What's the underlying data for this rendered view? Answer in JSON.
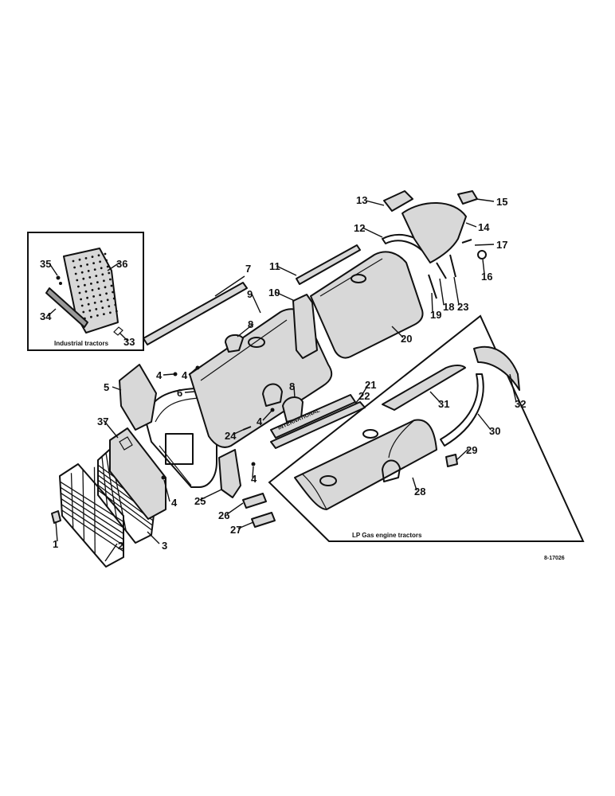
{
  "callouts": [
    {
      "id": "c1",
      "label": "1"
    },
    {
      "id": "c2",
      "label": "2"
    },
    {
      "id": "c3",
      "label": "3"
    },
    {
      "id": "c4a",
      "label": "4"
    },
    {
      "id": "c4b",
      "label": "4"
    },
    {
      "id": "c4c",
      "label": "4"
    },
    {
      "id": "c4d",
      "label": "4"
    },
    {
      "id": "c4e",
      "label": "4"
    },
    {
      "id": "c5",
      "label": "5"
    },
    {
      "id": "c6",
      "label": "6"
    },
    {
      "id": "c7",
      "label": "7"
    },
    {
      "id": "c8a",
      "label": "8"
    },
    {
      "id": "c8b",
      "label": "8"
    },
    {
      "id": "c9",
      "label": "9"
    },
    {
      "id": "c10",
      "label": "10"
    },
    {
      "id": "c11",
      "label": "11"
    },
    {
      "id": "c12",
      "label": "12"
    },
    {
      "id": "c13",
      "label": "13"
    },
    {
      "id": "c14",
      "label": "14"
    },
    {
      "id": "c15",
      "label": "15"
    },
    {
      "id": "c16",
      "label": "16"
    },
    {
      "id": "c17",
      "label": "17"
    },
    {
      "id": "c18",
      "label": "18"
    },
    {
      "id": "c19",
      "label": "19"
    },
    {
      "id": "c20",
      "label": "20"
    },
    {
      "id": "c21",
      "label": "21"
    },
    {
      "id": "c22",
      "label": "22"
    },
    {
      "id": "c23",
      "label": "23"
    },
    {
      "id": "c24",
      "label": "24"
    },
    {
      "id": "c25",
      "label": "25"
    },
    {
      "id": "c26",
      "label": "26"
    },
    {
      "id": "c27",
      "label": "27"
    },
    {
      "id": "c28",
      "label": "28"
    },
    {
      "id": "c29",
      "label": "29"
    },
    {
      "id": "c30",
      "label": "30"
    },
    {
      "id": "c31",
      "label": "31"
    },
    {
      "id": "c32",
      "label": "32"
    },
    {
      "id": "c33",
      "label": "33"
    },
    {
      "id": "c34",
      "label": "34"
    },
    {
      "id": "c35",
      "label": "35"
    },
    {
      "id": "c36",
      "label": "36"
    },
    {
      "id": "c37",
      "label": "37"
    }
  ],
  "insets": {
    "industrial_caption": "Industrial tractors",
    "lp_gas_caption": "LP Gas engine tractors"
  },
  "hood_lettering": "INTERNATIONAL",
  "figure_number": "8-17026"
}
